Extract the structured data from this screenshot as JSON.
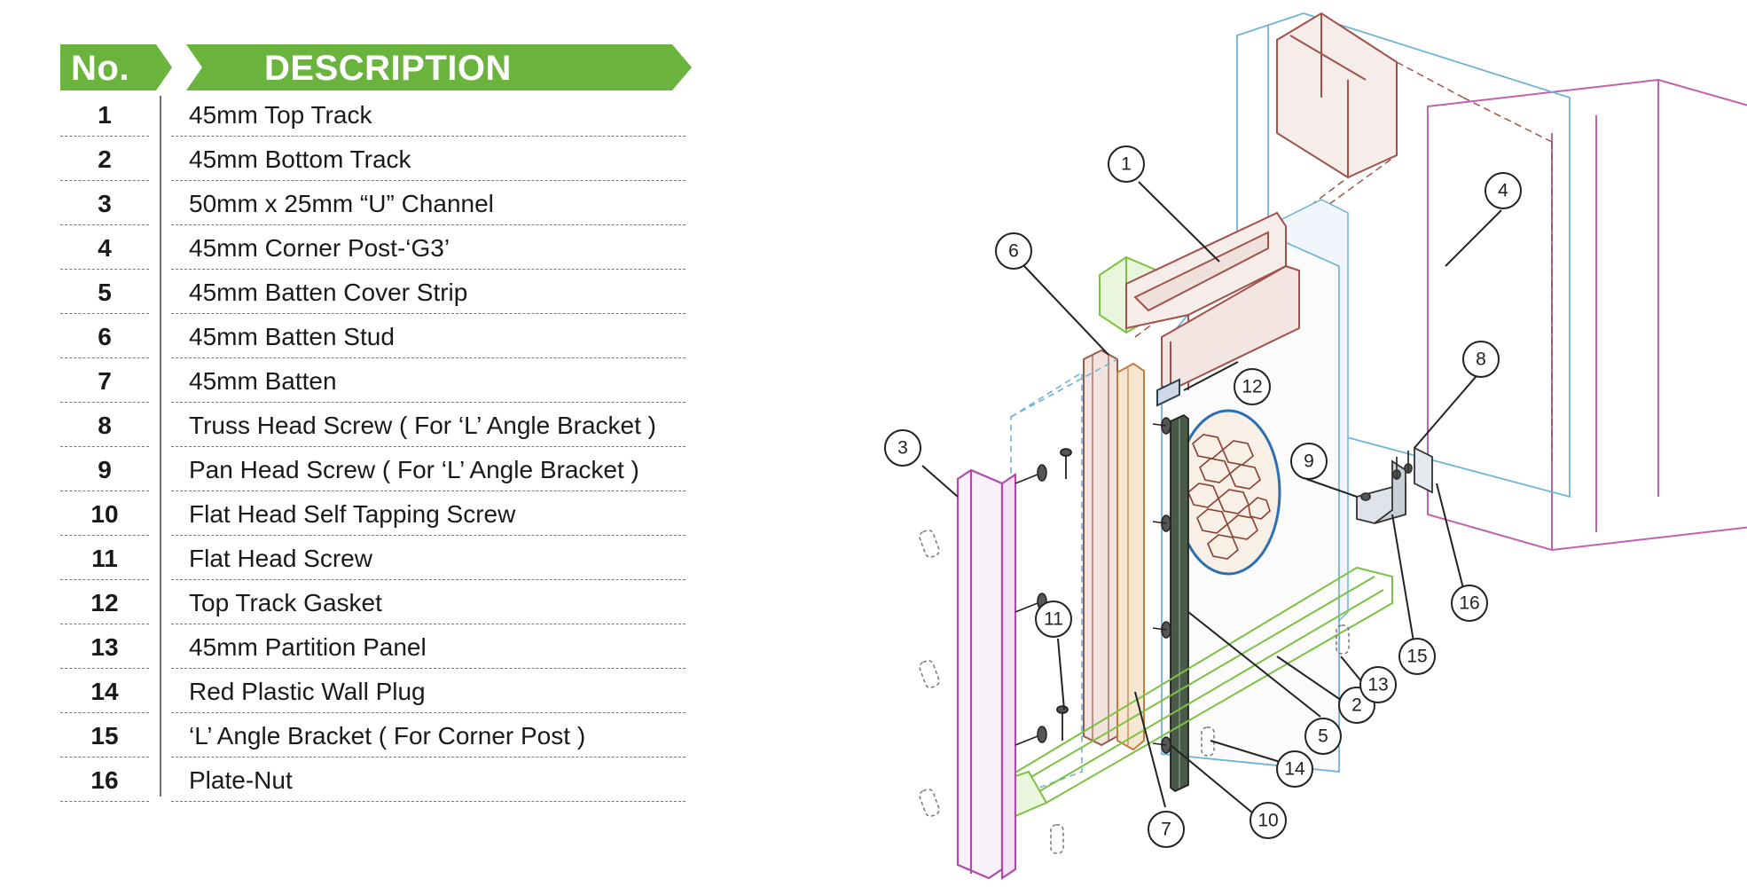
{
  "legend": {
    "header_no": "No.",
    "header_description": "DESCRIPTION",
    "header_color": "#6ab43e",
    "items": [
      {
        "no": "1",
        "description": "45mm Top Track"
      },
      {
        "no": "2",
        "description": "45mm Bottom Track"
      },
      {
        "no": "3",
        "description": "50mm x 25mm “U” Channel"
      },
      {
        "no": "4",
        "description": "45mm Corner Post-‘G3’"
      },
      {
        "no": "5",
        "description": "45mm Batten Cover Strip"
      },
      {
        "no": "6",
        "description": "45mm Batten Stud"
      },
      {
        "no": "7",
        "description": "45mm Batten"
      },
      {
        "no": "8",
        "description": "Truss Head Screw ( For ‘L’ Angle Bracket )"
      },
      {
        "no": "9",
        "description": "Pan Head Screw ( For ‘L’ Angle Bracket )"
      },
      {
        "no": "10",
        "description": "Flat Head Self Tapping Screw"
      },
      {
        "no": "11",
        "description": "Flat Head Screw"
      },
      {
        "no": "12",
        "description": "Top Track Gasket"
      },
      {
        "no": "13",
        "description": "45mm Partition Panel"
      },
      {
        "no": "14",
        "description": "Red Plastic Wall Plug"
      },
      {
        "no": "15",
        "description": "‘L’ Angle Bracket ( For Corner Post )"
      },
      {
        "no": "16",
        "description": "Plate-Nut"
      }
    ]
  },
  "diagram": {
    "callouts": [
      "1",
      "2",
      "3",
      "4",
      "5",
      "6",
      "7",
      "8",
      "9",
      "10",
      "11",
      "12",
      "13",
      "14",
      "15",
      "16"
    ],
    "colors": {
      "top_track": "#a0524a",
      "bottom_track": "#7cc242",
      "channel": "#b04aa8",
      "corner_post": "#c060b0",
      "panel_outline": "#6fb3d8",
      "batten_stud": "#9a5a48",
      "batten": "#c87a3a",
      "cover_strip": "#333333",
      "honeycomb": "#8a4030"
    }
  }
}
